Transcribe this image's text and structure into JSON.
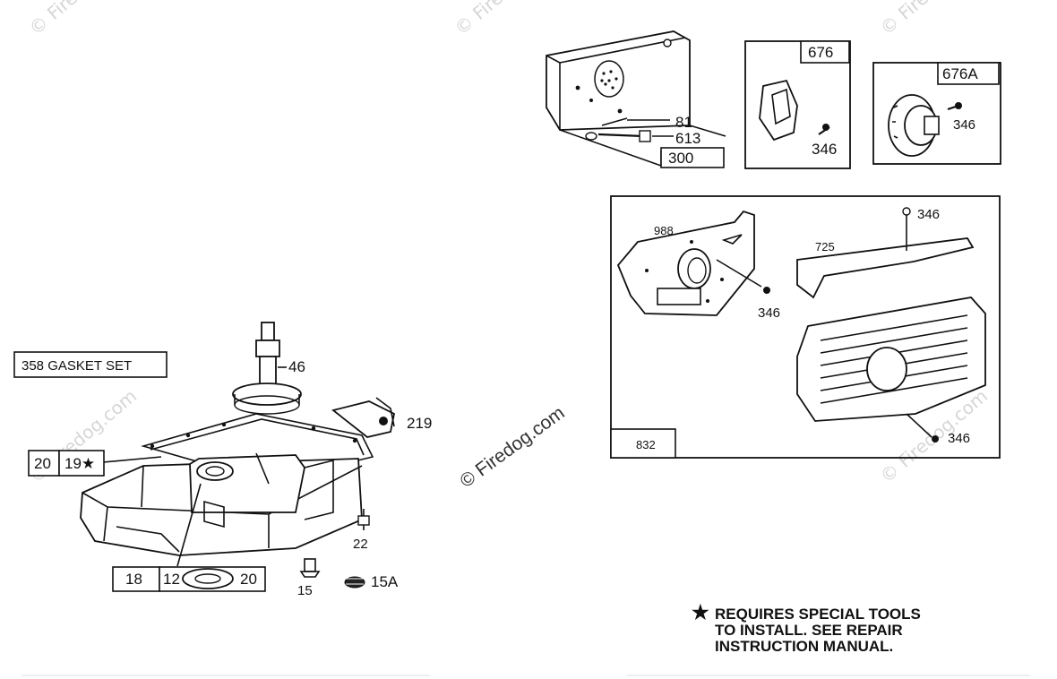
{
  "watermarks": [
    "© Firedog.com",
    "© Firedog.com",
    "© Firedog.com",
    "© Firedog.com",
    "© Firedog.com"
  ],
  "center_watermark": "© Firedog.com",
  "boxes": {
    "b300": "300",
    "b676": "676",
    "b676a": "676A",
    "b832": "832",
    "b358": "358  GASKET SET",
    "b20": "20",
    "b19": "19★",
    "b18": "18",
    "b12_20_a": "12",
    "b12_20_b": "20"
  },
  "callouts": {
    "c81": "81",
    "c613": "613",
    "c346_a": "346",
    "c346_b": "346",
    "c988": "988",
    "c346_c": "346",
    "c725": "725",
    "c346_d": "346",
    "c346_e": "346",
    "c46": "46",
    "c219": "219",
    "c22": "22",
    "c15": "15",
    "c15a": "15A"
  },
  "note": {
    "star": "★",
    "line1": "REQUIRES SPECIAL TOOLS",
    "line2": "TO INSTALL.  SEE REPAIR",
    "line3": "INSTRUCTION MANUAL."
  }
}
